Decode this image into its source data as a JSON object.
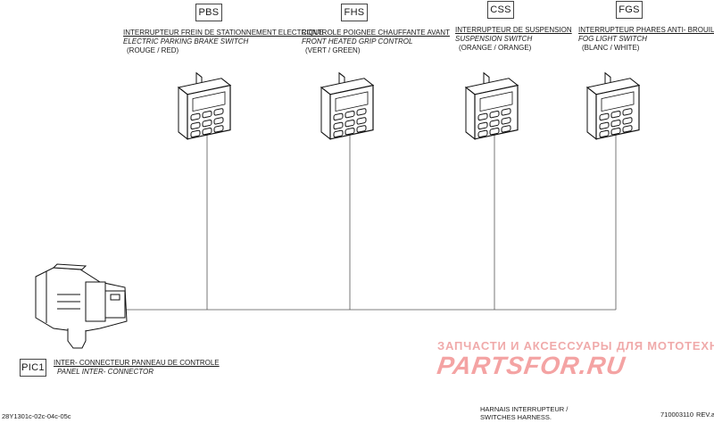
{
  "switches": [
    {
      "code": "PBS",
      "fr": "INTERRUPTEUR  FREIN DE STATIONNEMENT ELECTRIQUE",
      "en": "ELECTRIC PARKING BRAKE SWITCH",
      "color": "(ROUGE / RED)"
    },
    {
      "code": "FHS",
      "fr": "CONTROLE POIGNEE CHAUFFANTE AVANT",
      "en": "FRONT HEATED GRIP CONTROL",
      "color": "(VERT / GREEN)"
    },
    {
      "code": "CSS",
      "fr": "INTERRUPTEUR DE SUSPENSION",
      "en": "SUSPENSION SWITCH",
      "color": "(ORANGE / ORANGE)"
    },
    {
      "code": "FGS",
      "fr": "INTERRUPTEUR PHARES ANTI-  BROUILLARD",
      "en": "FOG LIGHT  SWITCH",
      "color": "(BLANC / WHITE)"
    }
  ],
  "connector": {
    "code": "PIC1",
    "fr": "INTER-  CONNECTEUR PANNEAU DE CONTROLE",
    "en": "PANEL INTER-  CONNECTOR"
  },
  "footer": {
    "left_ref": "28Y1301c-02c-04c-05c",
    "title_fr": "HARNAIS INTERRUPTEUR /",
    "title_en": "SWITCHES HARNESS.",
    "doc_no": "710003110",
    "rev": "REV.a"
  },
  "watermark": {
    "line1": "ЗАПЧАСТИ И АКСЕССУАРЫ ДЛЯ МОТОТЕХНИКИ",
    "line2": "PARTSFOR.RU"
  }
}
